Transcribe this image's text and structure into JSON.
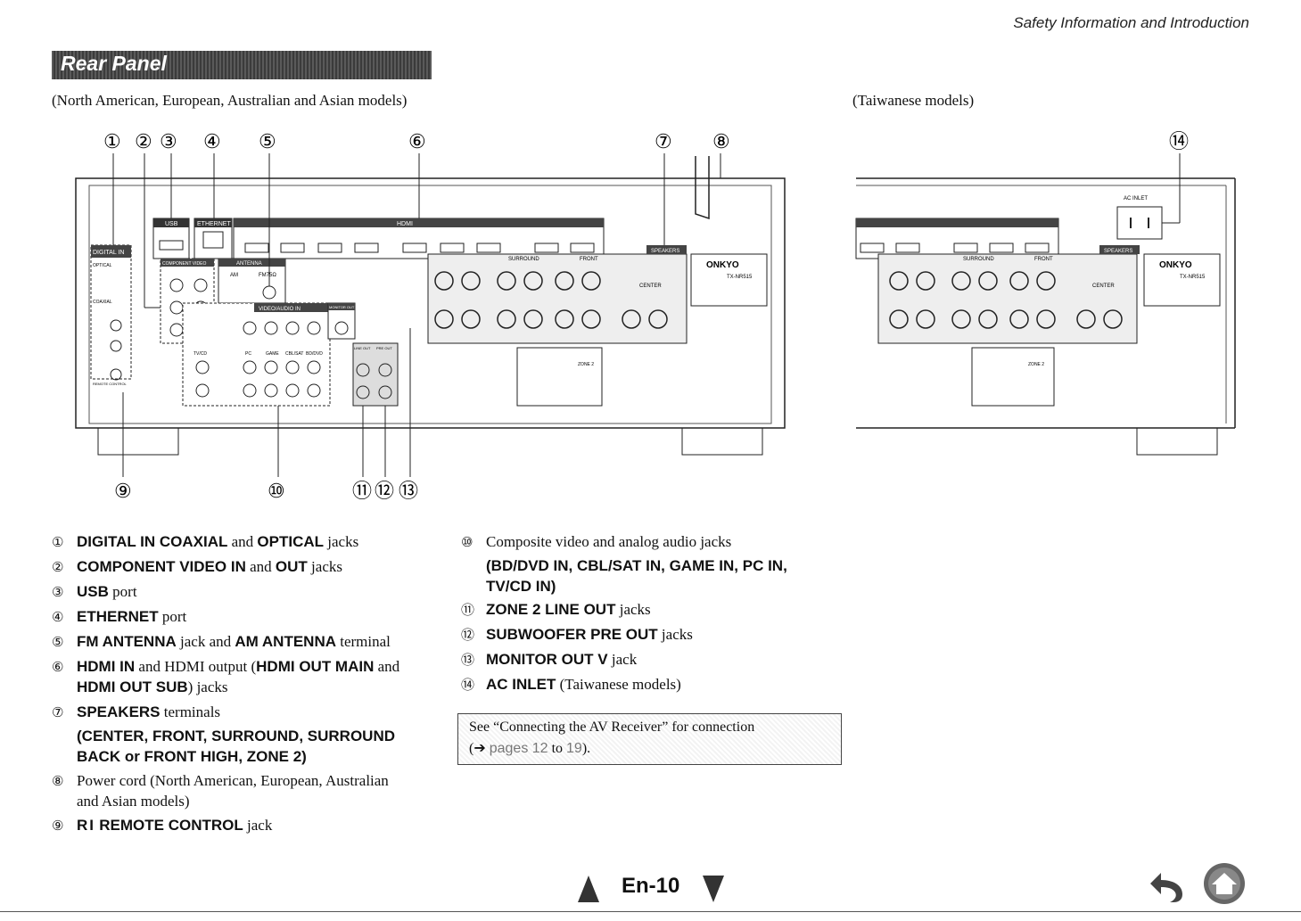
{
  "header": {
    "running_title": "Safety Information and Introduction"
  },
  "section": {
    "title": "Rear Panel"
  },
  "captions": {
    "main_models": "(North American, European, Australian and Asian models)",
    "taiwan_models": "(Taiwanese models)"
  },
  "diagram": {
    "brand": "ONKYO",
    "model": "TX-NR515",
    "labels": {
      "usb": "USB",
      "ethernet": "ETHERNET",
      "hdmi_in": "HDMI",
      "digital_in": "DIGITAL IN",
      "component_video": "COMPONENT VIDEO",
      "antenna": "ANTENNA",
      "am": "AM",
      "fm": "FM75Ω",
      "video_audio_in": "VIDEO/AUDIO IN",
      "monitor_out": "MONITOR OUT",
      "line_out": "LINE OUT",
      "pre_out": "PRE OUT",
      "speakers": "SPEAKERS",
      "surround": "SURROUND",
      "front": "FRONT",
      "center": "CENTER",
      "zone2": "ZONE 2",
      "ac_inlet": "AC INLET",
      "optical": "OPTICAL",
      "coaxial": "COAXIAL",
      "remote_control": "REMOTE CONTROL",
      "tvcd": "TV/CD",
      "pc": "PC",
      "game": "GAME",
      "cblsat": "CBL/SAT",
      "bddvd": "BD/DVD"
    },
    "callouts": [
      "①",
      "②",
      "③",
      "④",
      "⑤",
      "⑥",
      "⑦",
      "⑧",
      "⑨",
      "⑩",
      "⑪",
      "⑫",
      "⑬",
      "⑭"
    ]
  },
  "items_left": [
    {
      "num": "①",
      "bold": "DIGITAL IN COAXIAL",
      "mid": " and ",
      "bold2": "OPTICAL",
      "rest": " jacks"
    },
    {
      "num": "②",
      "bold": "COMPONENT VIDEO IN",
      "mid": " and ",
      "bold2": "OUT",
      "rest": " jacks"
    },
    {
      "num": "③",
      "bold": "USB",
      "mid": " port",
      "bold2": "",
      "rest": ""
    },
    {
      "num": "④",
      "bold": "ETHERNET",
      "mid": " port",
      "bold2": "",
      "rest": ""
    },
    {
      "num": "⑤",
      "bold": "FM ANTENNA",
      "mid": " jack and ",
      "bold2": "AM ANTENNA",
      "rest": " terminal"
    },
    {
      "num": "⑥",
      "bold": "HDMI IN",
      "mid": " and HDMI output (",
      "bold2": "HDMI OUT MAIN",
      "rest": " and"
    }
  ],
  "item6_line2": {
    "bold": "HDMI OUT SUB",
    "rest": ") jacks"
  },
  "item7": {
    "num": "⑦",
    "bold": "SPEAKERS",
    "rest": " terminals",
    "line2": "(CENTER, FRONT, SURROUND, SURROUND",
    "line3": "BACK or FRONT HIGH, ZONE 2)"
  },
  "item8": {
    "num": "⑧",
    "line1": "Power cord (North American, European, Australian",
    "line2": "and Asian models)"
  },
  "item9": {
    "num": "⑨",
    "logo": "RI",
    "bold": "REMOTE CONTROL",
    "rest": " jack"
  },
  "item10": {
    "num": "⑩",
    "line1": "Composite video and analog audio jacks",
    "line2": "(BD/DVD IN, CBL/SAT IN, GAME IN, PC IN,",
    "line3": "TV/CD IN)"
  },
  "items_right": [
    {
      "num": "⑪",
      "bold": "ZONE 2 LINE OUT",
      "rest": " jacks"
    },
    {
      "num": "⑫",
      "bold": "SUBWOOFER PRE OUT",
      "rest": " jacks"
    },
    {
      "num": "⑬",
      "bold": "MONITOR OUT V",
      "rest": " jack"
    },
    {
      "num": "⑭",
      "bold": "AC INLET",
      "rest": " (Taiwanese models)"
    }
  ],
  "note": {
    "line1": "See “Connecting the AV Receiver” for connection",
    "line2_pre": "(➔ ",
    "pages": "pages 12",
    "to": " to ",
    "page2": "19",
    "line2_post": ")."
  },
  "footer": {
    "page_number": "En-10"
  }
}
